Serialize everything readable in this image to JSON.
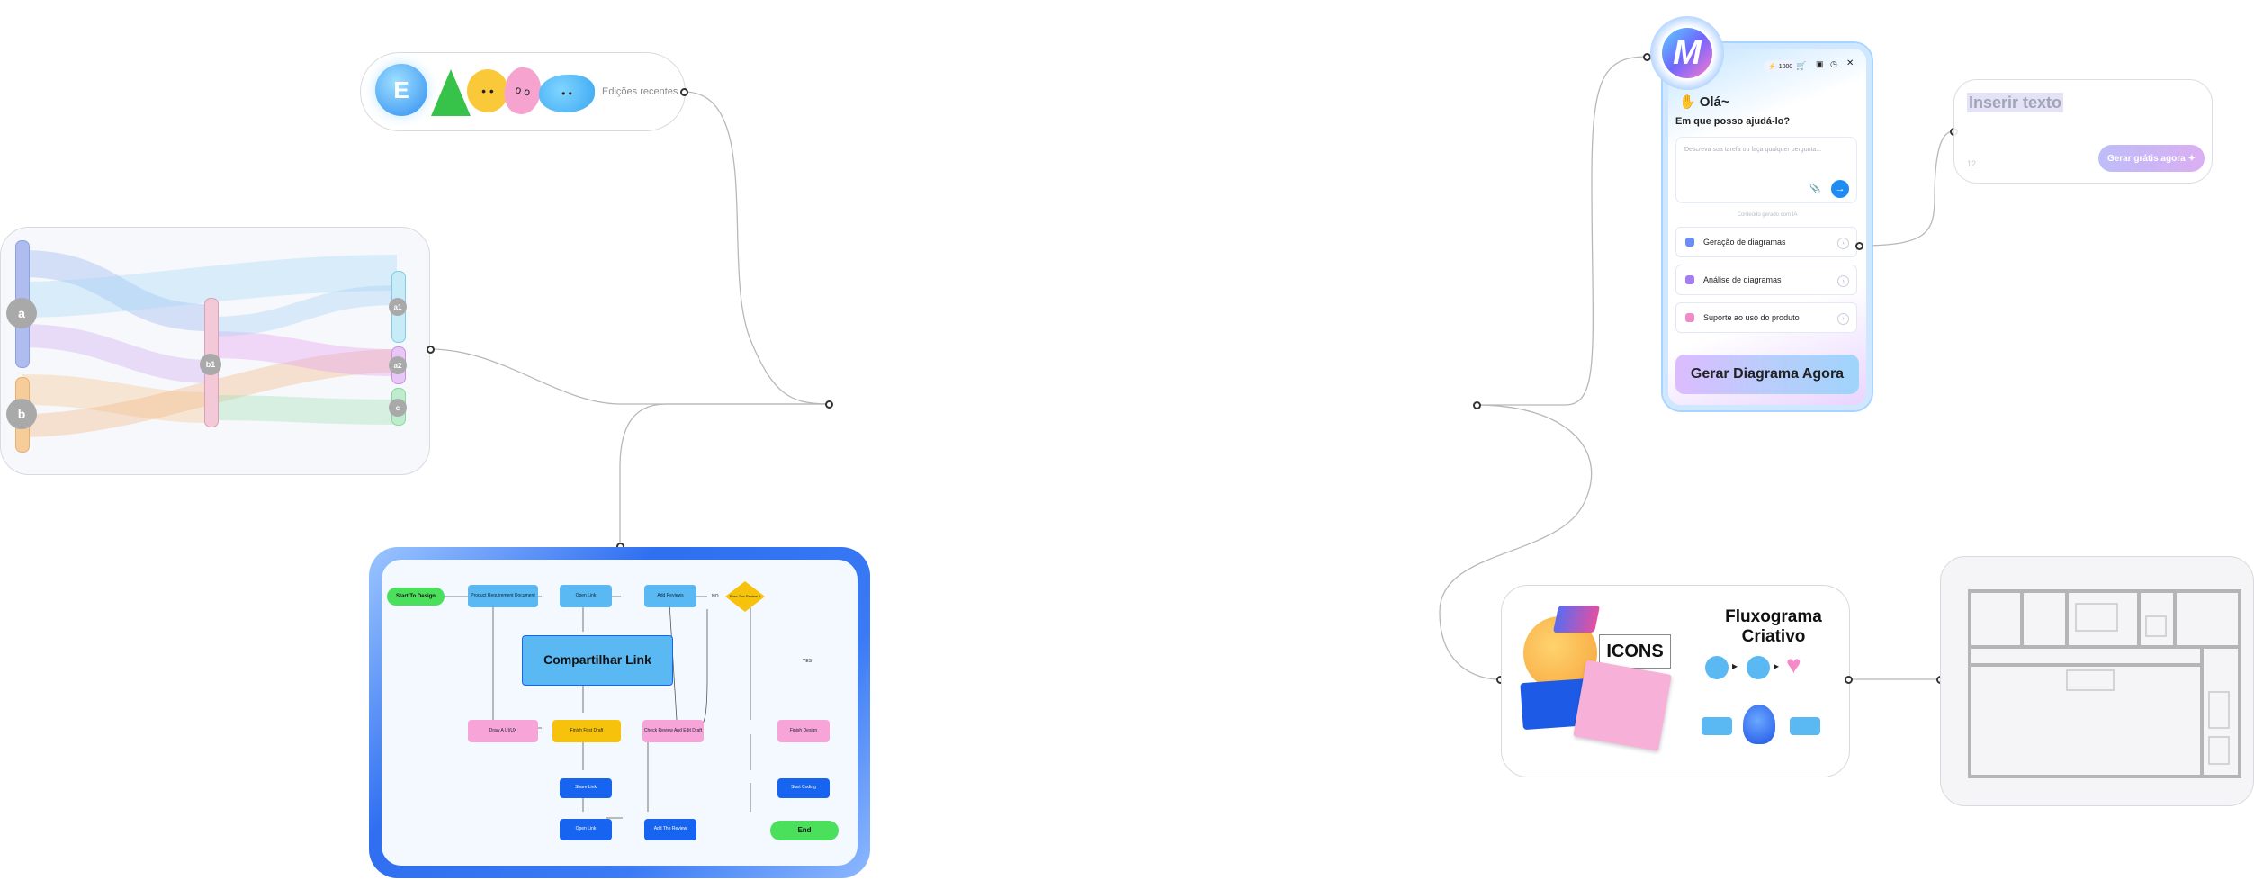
{
  "recent": {
    "label": "Edições recentes"
  },
  "sankey": {
    "a": "a",
    "b": "b",
    "b1": "b1",
    "a1": "a1",
    "a2": "a2",
    "c": "c"
  },
  "flowchart": {
    "start": "Start To Design",
    "prd": "Product Requirement Document",
    "open_link": "Open Link",
    "add_reviews": "Add Reviews",
    "pass_review": "Pass The Review ?",
    "no": "NO",
    "yes": "YES",
    "share": "Compartilhar Link",
    "draw_ui": "Draw A UI/UX",
    "finish_first": "Finish First Draft",
    "check": "Check Review And Edit Draft",
    "finish_design": "Finish Design",
    "share_link": "Share Link",
    "start_coding": "Start Coding",
    "open_link2": "Open Link",
    "add_review2": "Add The Review",
    "end": "End"
  },
  "ai": {
    "credits": "1000",
    "greeting": "Olá~",
    "question": "Em que posso ajudá-lo?",
    "placeholder": "Descreva sua tarefa ou faça qualquer pergunta...",
    "powered": "Conteúdo gerado com IA",
    "options": [
      "Geração de diagramas",
      "Análise de diagramas",
      "Suporte ao uso do produto"
    ],
    "cta": "Gerar Diagrama Agora"
  },
  "text_card": {
    "placeholder": "Inserir texto",
    "size": "12",
    "button": "Gerar grátis agora"
  },
  "creative": {
    "icons": "ICONS",
    "title_line1": "Fluxograma",
    "title_line2": "Criativo"
  },
  "colors": {
    "accent": "#1f8cf2",
    "brand_purple": "#b98cf5",
    "cta_gradient_start": "#d9b8ff"
  }
}
